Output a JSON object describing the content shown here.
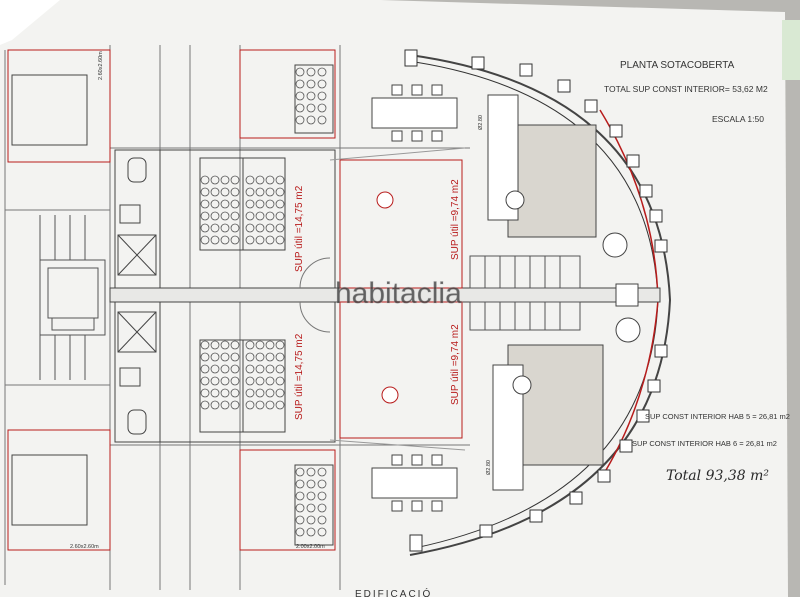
{
  "plan": {
    "title": "PLANTA SOTACOBERTA",
    "total_interior": "TOTAL SUP CONST INTERIOR= 53,62 M2",
    "scale": "ESCALA 1:50",
    "hab5": "SUP CONST INTERIOR HAB 5 = 26,81 m2",
    "hab6": "SUP CONST INTERIOR HAB 6 = 26,81 m2",
    "handwritten_total": "Total  93,38 m²",
    "room_top_left": "SUP útil =14,75 m2",
    "room_top_right": "SUP útil =9,74 m2",
    "room_bottom_left": "SUP útil =14,75 m2",
    "room_bottom_right": "SUP útil =9,74 m2",
    "dim_top_left": "2.60x2.60m",
    "dim_bottom_left": "2.60x2.60m",
    "dim_bottom_mid": "2.00x2.00m",
    "small_dim_top": "Ø2.80",
    "small_dim_bottom": "Ø2.80",
    "bottom_text": "EDIFICACIÓ",
    "watermark": "habitaclia"
  },
  "colors": {
    "paper": "#f4f4f2",
    "line": "#555555",
    "red": "#b81c1c"
  }
}
